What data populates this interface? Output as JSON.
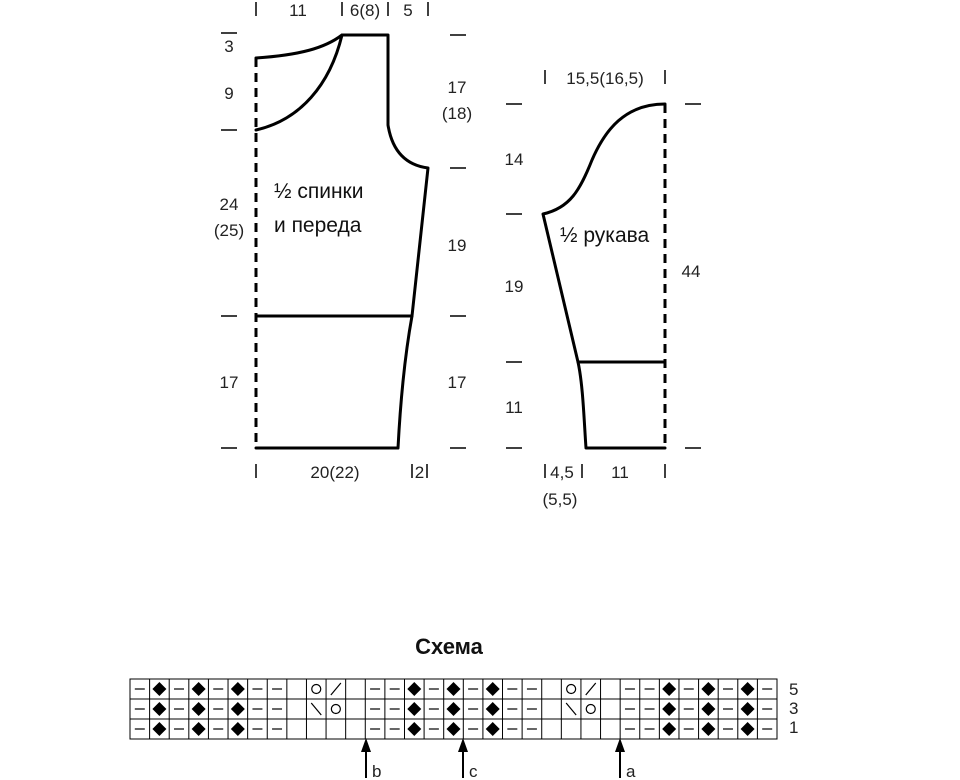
{
  "pattern_pieces": {
    "body": {
      "label_line1": "½ спинки",
      "label_line2": "и переда",
      "top_widths": [
        "11",
        "6(8)",
        "5"
      ],
      "left_heights": [
        "3",
        "9",
        "24",
        "(25)",
        "17"
      ],
      "right_heights": [
        "17",
        "(18)",
        "19",
        "17"
      ],
      "bottom_widths": [
        "20(22)",
        "2"
      ]
    },
    "sleeve": {
      "label": "½ рукава",
      "top_width": "15,5(16,5)",
      "left_heights": [
        "14",
        "19",
        "11"
      ],
      "right_height": "44",
      "bottom_widths": [
        "4,5",
        "(5,5)",
        "11"
      ]
    }
  },
  "chart": {
    "title": "Схема",
    "row_numbers": [
      "5",
      "3",
      "1"
    ],
    "markers": [
      "b",
      "c",
      "a"
    ]
  }
}
